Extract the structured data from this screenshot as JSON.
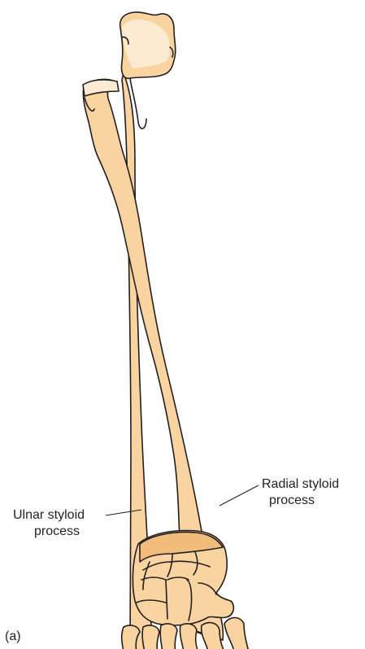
{
  "labels": {
    "radial_styloid_line1": "Radial styloid",
    "radial_styloid_line2": "process",
    "ulnar_styloid_line1": "Ulnar styloid",
    "ulnar_styloid_line2": "process"
  },
  "panel_letter": "(a)",
  "colors": {
    "bone_fill": "#f9d3a0",
    "bone_light": "#fcebd3",
    "bone_shade": "#f2bd7a",
    "outline": "#231f20"
  }
}
